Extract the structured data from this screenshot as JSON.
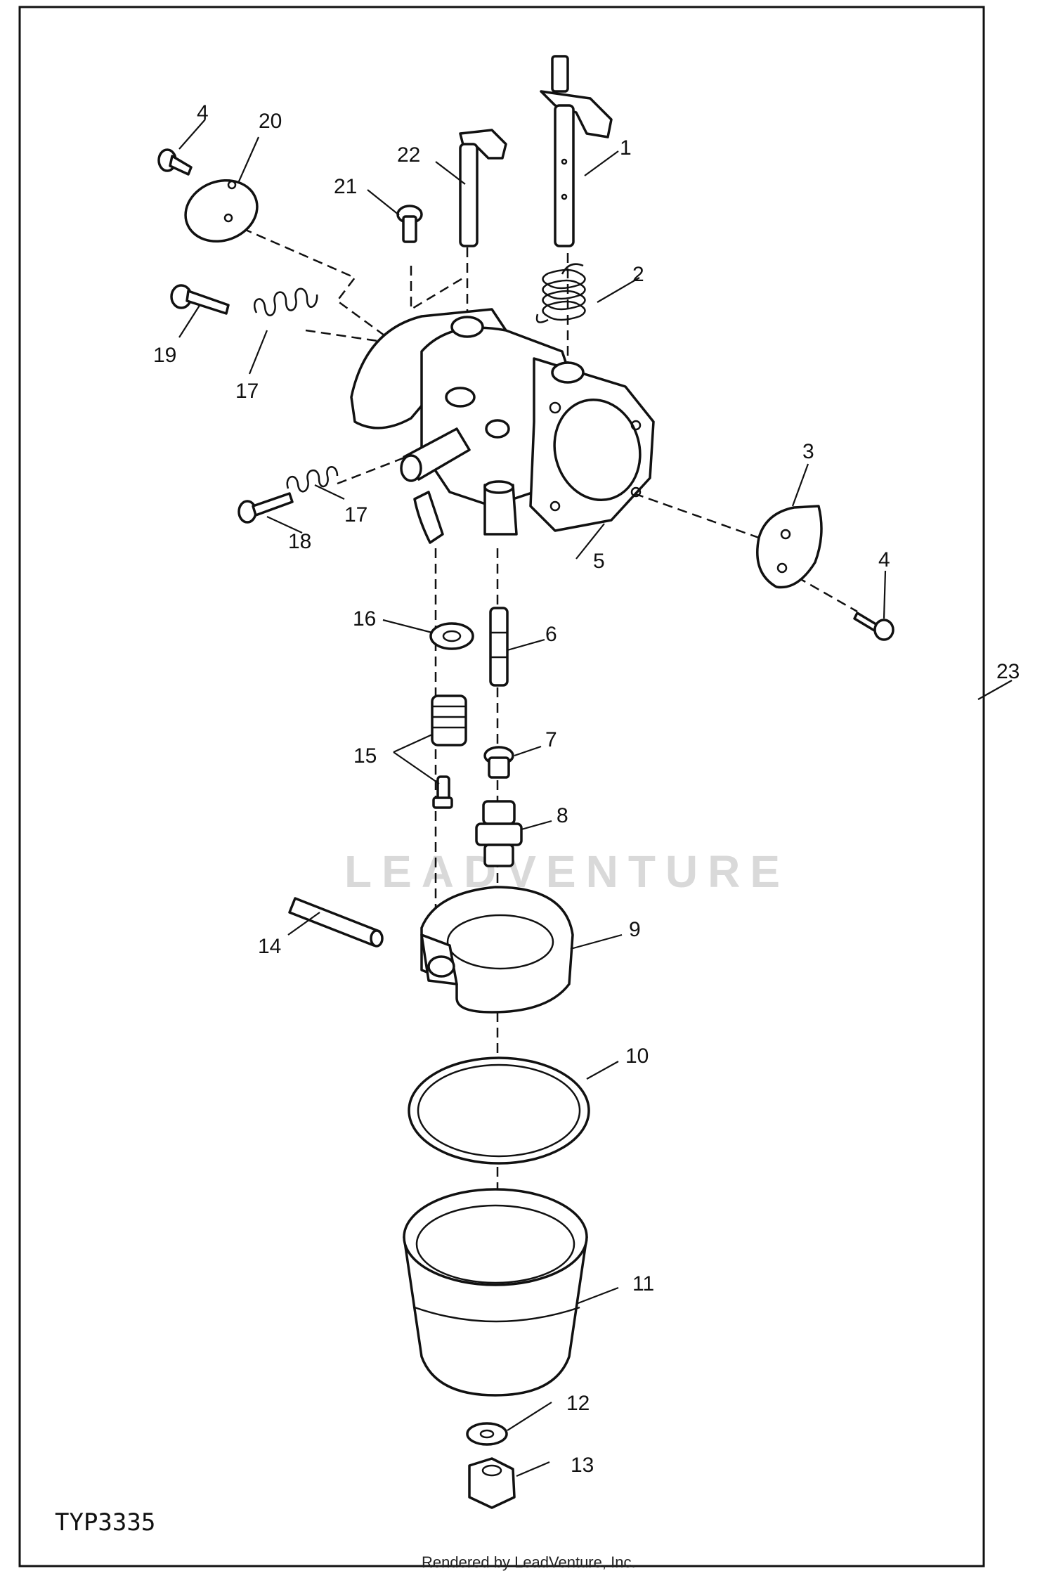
{
  "diagram": {
    "figure_code": "TYP3335",
    "footer": "Rendered by LeadVenture, Inc.",
    "watermark": "LEADVENTURE",
    "callouts": [
      {
        "id": "1",
        "label": "1"
      },
      {
        "id": "2",
        "label": "2"
      },
      {
        "id": "3",
        "label": "3"
      },
      {
        "id": "4a",
        "label": "4"
      },
      {
        "id": "4b",
        "label": "4"
      },
      {
        "id": "5",
        "label": "5"
      },
      {
        "id": "6",
        "label": "6"
      },
      {
        "id": "7",
        "label": "7"
      },
      {
        "id": "8",
        "label": "8"
      },
      {
        "id": "9",
        "label": "9"
      },
      {
        "id": "10",
        "label": "10"
      },
      {
        "id": "11",
        "label": "11"
      },
      {
        "id": "12",
        "label": "12"
      },
      {
        "id": "13",
        "label": "13"
      },
      {
        "id": "14",
        "label": "14"
      },
      {
        "id": "15",
        "label": "15"
      },
      {
        "id": "16",
        "label": "16"
      },
      {
        "id": "17a",
        "label": "17"
      },
      {
        "id": "17b",
        "label": "17"
      },
      {
        "id": "18",
        "label": "18"
      },
      {
        "id": "19",
        "label": "19"
      },
      {
        "id": "20",
        "label": "20"
      },
      {
        "id": "21",
        "label": "21"
      },
      {
        "id": "22",
        "label": "22"
      },
      {
        "id": "23",
        "label": "23"
      }
    ]
  }
}
